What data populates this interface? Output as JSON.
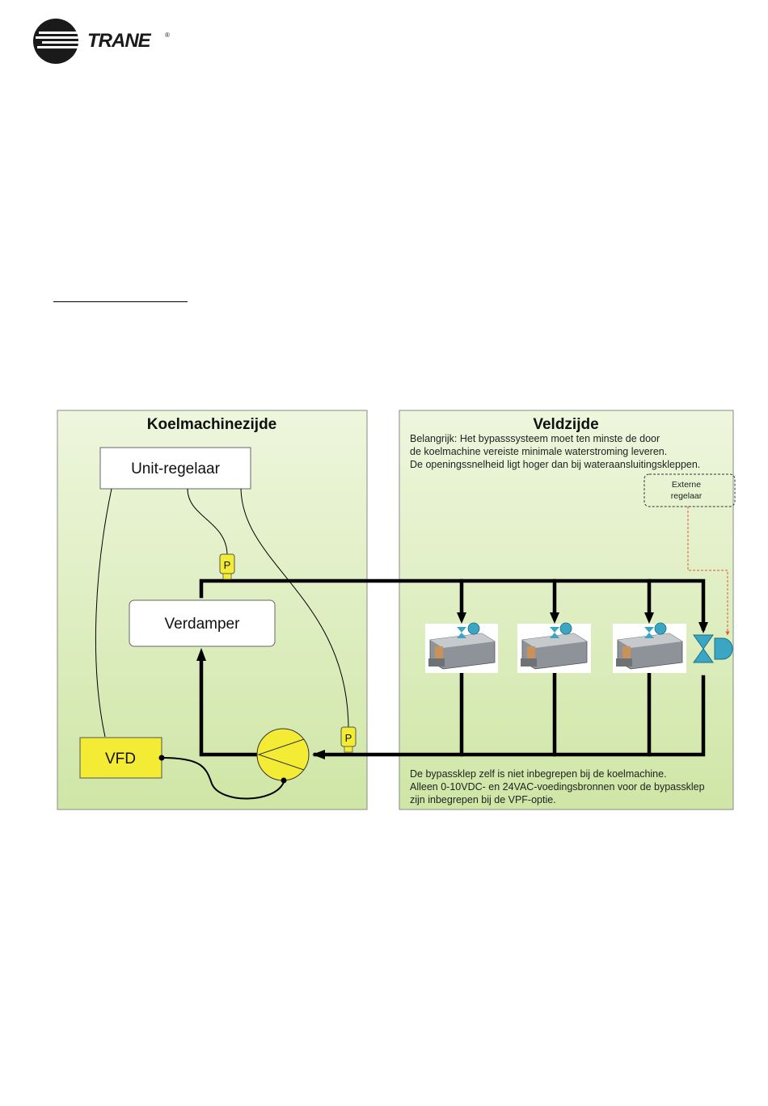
{
  "brand": {
    "name": "TRANE",
    "registered": "®"
  },
  "left_panel": {
    "title": "Koelmachinezijde",
    "unit_controller": "Unit-regelaar",
    "evaporator": "Verdamper",
    "vfd": "VFD",
    "pressure_sensor": "P"
  },
  "right_panel": {
    "title": "Veldzijde",
    "note_top": [
      "Belangrijk: Het bypasssysteem moet ten minste de door",
      "de koelmachine vereiste minimale waterstroming leveren.",
      "De openingssnelheid ligt hoger dan bij wateraansluitingskleppen."
    ],
    "external_controller": [
      "Externe",
      "regelaar"
    ],
    "pressure_sensor": "P",
    "note_bottom": [
      "De bypassklep zelf is niet inbegrepen bij de koelmachine.",
      "Alleen 0-10VDC- en 24VAC-voedingsbronnen voor de bypassklep",
      "zijn inbegrepen bij de VPF-optie."
    ]
  },
  "colors": {
    "panel_top": "#eef6dd",
    "panel_bottom": "#cfe6a6",
    "sensor_yellow": "#f4ec34",
    "valve_blue": "#3aa6c4",
    "control_line": "#e2572b"
  }
}
